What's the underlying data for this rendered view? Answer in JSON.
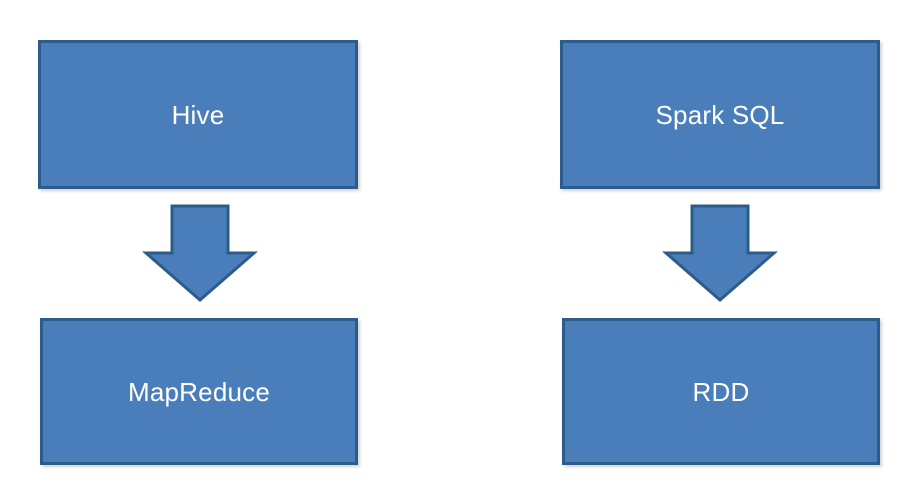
{
  "diagram": {
    "type": "flow-comparison",
    "background_color": "#ffffff",
    "node_fill_color": "#4a7ebb",
    "node_border_color": "#2e5c8a",
    "node_text_color": "#ffffff",
    "columns": [
      {
        "name": "hive-stack",
        "top_node": {
          "label": "Hive"
        },
        "connector": {
          "icon": "down-arrow-icon"
        },
        "bottom_node": {
          "label": "MapReduce"
        }
      },
      {
        "name": "spark-stack",
        "top_node": {
          "label": "Spark SQL"
        },
        "connector": {
          "icon": "down-arrow-icon"
        },
        "bottom_node": {
          "label": "RDD"
        }
      }
    ]
  }
}
